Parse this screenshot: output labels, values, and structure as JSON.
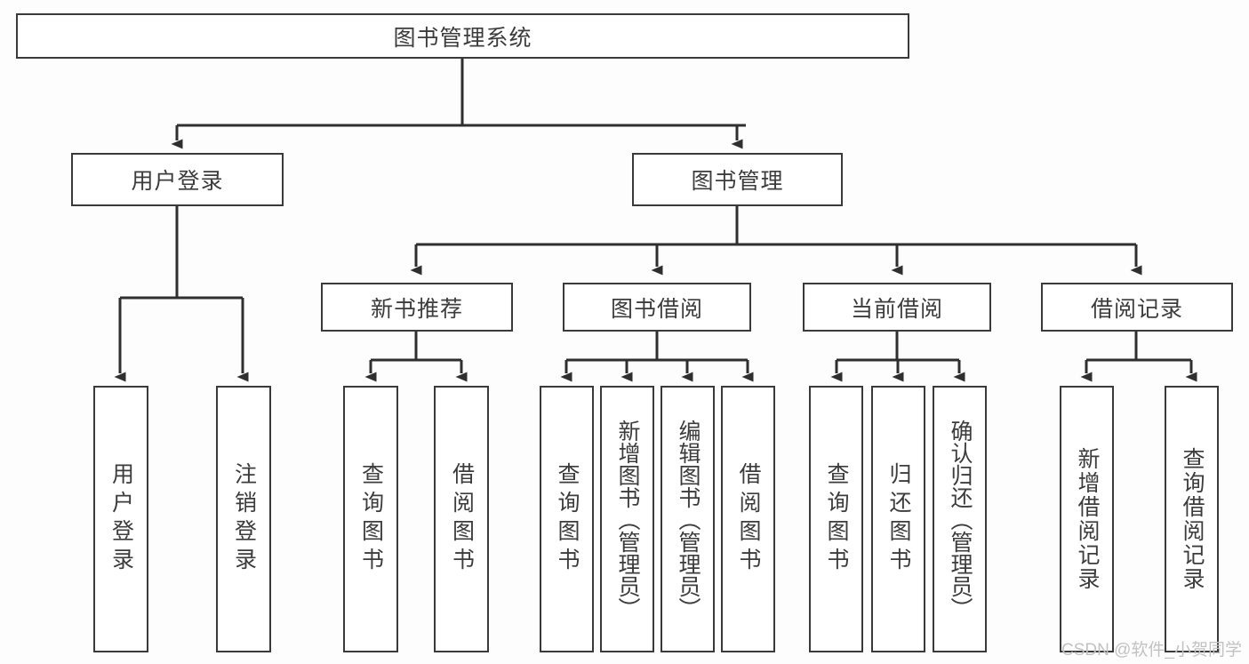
{
  "diagram": {
    "type": "tree-hierarchy",
    "title": "图书管理系统",
    "stroke_color": "#3a3a3a",
    "text_color": "#3c3c3c",
    "background_color": "#fdfdfd",
    "watermark": "CSDN @软件_小贺同学",
    "levels": [
      {
        "level": 1,
        "nodes": [
          {
            "id": "root",
            "label": "图书管理系统",
            "orientation": "horizontal"
          }
        ]
      },
      {
        "level": 2,
        "nodes": [
          {
            "id": "login",
            "label": "用户登录",
            "orientation": "horizontal",
            "parent": "root"
          },
          {
            "id": "bookmgmt",
            "label": "图书管理",
            "orientation": "horizontal",
            "parent": "root"
          }
        ]
      },
      {
        "level": 3,
        "nodes": [
          {
            "id": "newbook",
            "label": "新书推荐",
            "orientation": "horizontal",
            "parent": "bookmgmt"
          },
          {
            "id": "borrow",
            "label": "图书借阅",
            "orientation": "horizontal",
            "parent": "bookmgmt"
          },
          {
            "id": "current",
            "label": "当前借阅",
            "orientation": "horizontal",
            "parent": "bookmgmt"
          },
          {
            "id": "records",
            "label": "借阅记录",
            "orientation": "horizontal",
            "parent": "bookmgmt"
          }
        ]
      },
      {
        "level": 4,
        "nodes": [
          {
            "id": "leaf-user-login",
            "label": "用户登录",
            "orientation": "vertical",
            "parent": "login"
          },
          {
            "id": "leaf-user-logout",
            "label": "注销登录",
            "orientation": "vertical",
            "parent": "login"
          },
          {
            "id": "leaf-query-book-1",
            "label": "查询图书",
            "orientation": "vertical",
            "parent": "newbook"
          },
          {
            "id": "leaf-borrow-book-1",
            "label": "借阅图书",
            "orientation": "vertical",
            "parent": "newbook"
          },
          {
            "id": "leaf-query-book-2",
            "label": "查询图书",
            "orientation": "vertical",
            "parent": "borrow"
          },
          {
            "id": "leaf-add-book",
            "label": "新增图书（管理员）",
            "orientation": "vertical",
            "parent": "borrow"
          },
          {
            "id": "leaf-edit-book",
            "label": "编辑图书（管理员）",
            "orientation": "vertical",
            "parent": "borrow"
          },
          {
            "id": "leaf-borrow-book-2",
            "label": "借阅图书",
            "orientation": "vertical",
            "parent": "borrow"
          },
          {
            "id": "leaf-query-book-3",
            "label": "查询图书",
            "orientation": "vertical",
            "parent": "current"
          },
          {
            "id": "leaf-return-book",
            "label": "归还图书",
            "orientation": "vertical",
            "parent": "current"
          },
          {
            "id": "leaf-confirm-return",
            "label": "确认归还（管理员）",
            "orientation": "vertical",
            "parent": "current"
          },
          {
            "id": "leaf-add-record",
            "label": "新增借阅记录",
            "orientation": "vertical",
            "parent": "records"
          },
          {
            "id": "leaf-query-record",
            "label": "查询借阅记录",
            "orientation": "vertical",
            "parent": "records"
          }
        ]
      }
    ]
  }
}
